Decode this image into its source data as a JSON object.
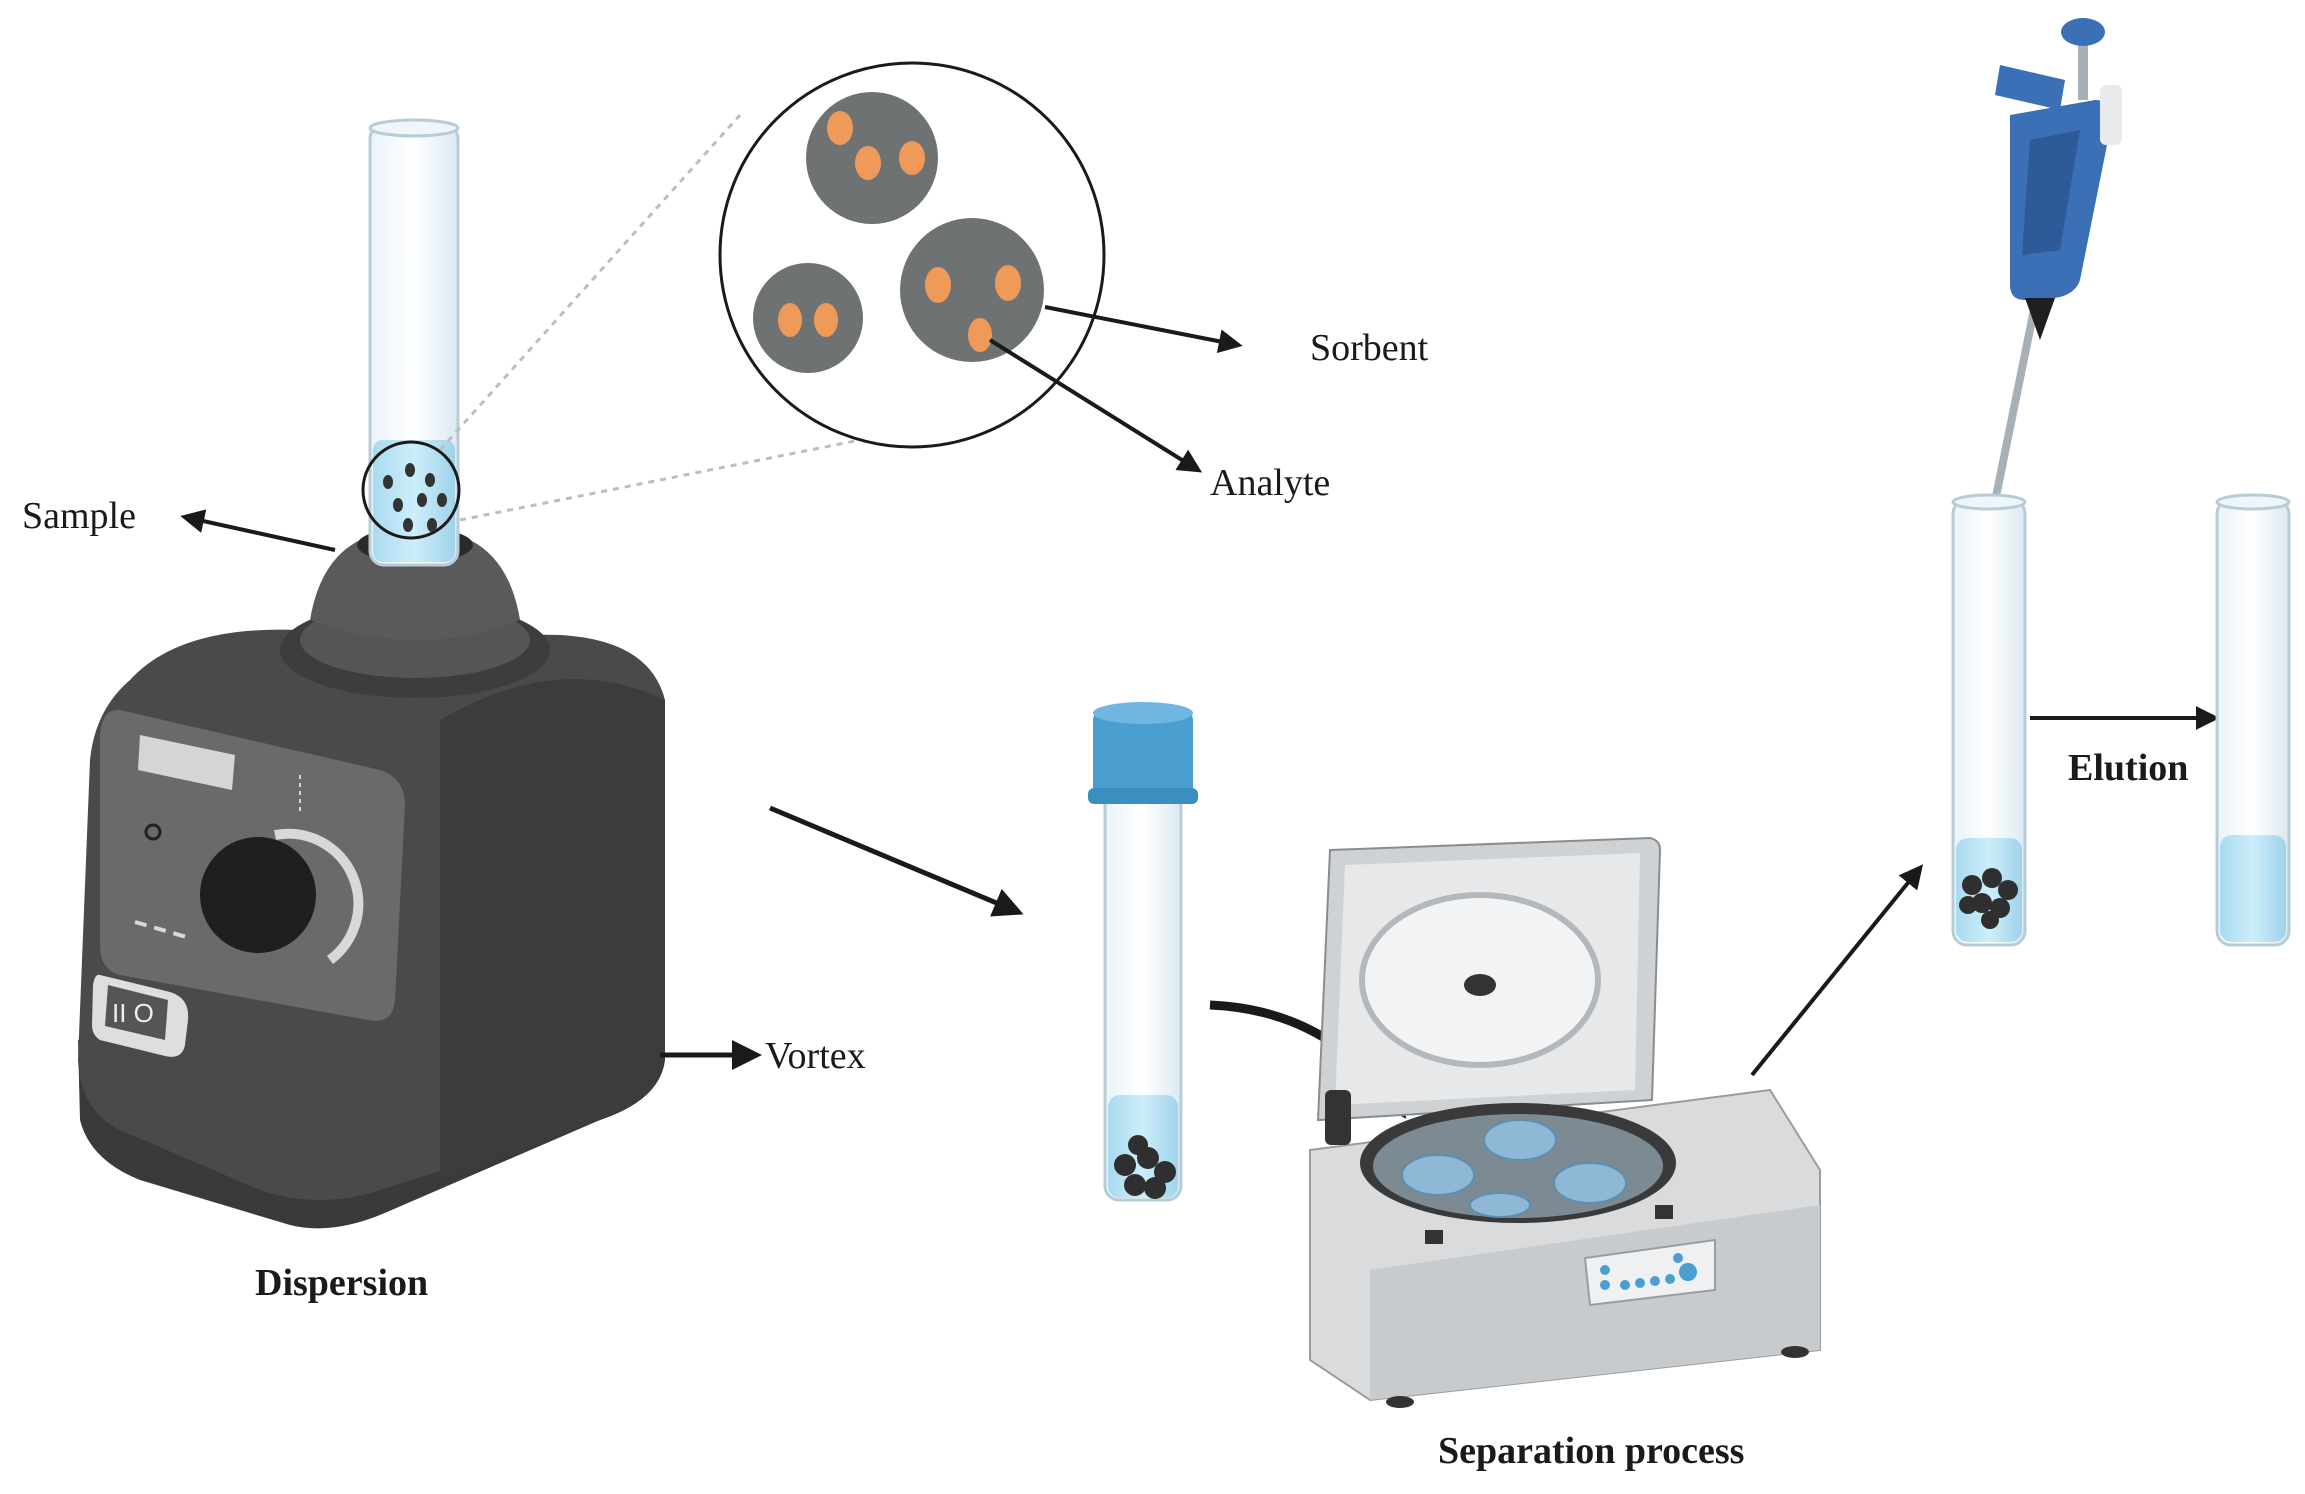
{
  "labels": {
    "sample": "Sample",
    "sorbent": "Sorbent",
    "analyte": "Analyte",
    "vortex": "Vortex",
    "dispersion": "Dispersion",
    "separation": "Separation process",
    "elution": "Elution"
  },
  "switch_glyph": "II O",
  "colors": {
    "ink": "#1a1a1a",
    "vortex_body": "#4a4a4a",
    "vortex_dark": "#2e2e2e",
    "liquid": "#bfe4f5",
    "cap_blue": "#4a9fd0",
    "sorbent_grey": "#6f7273",
    "analyte_orange": "#f09a5a",
    "centrifuge_body": "#d9dbdc",
    "pipette_blue": "#3b6fb6"
  }
}
